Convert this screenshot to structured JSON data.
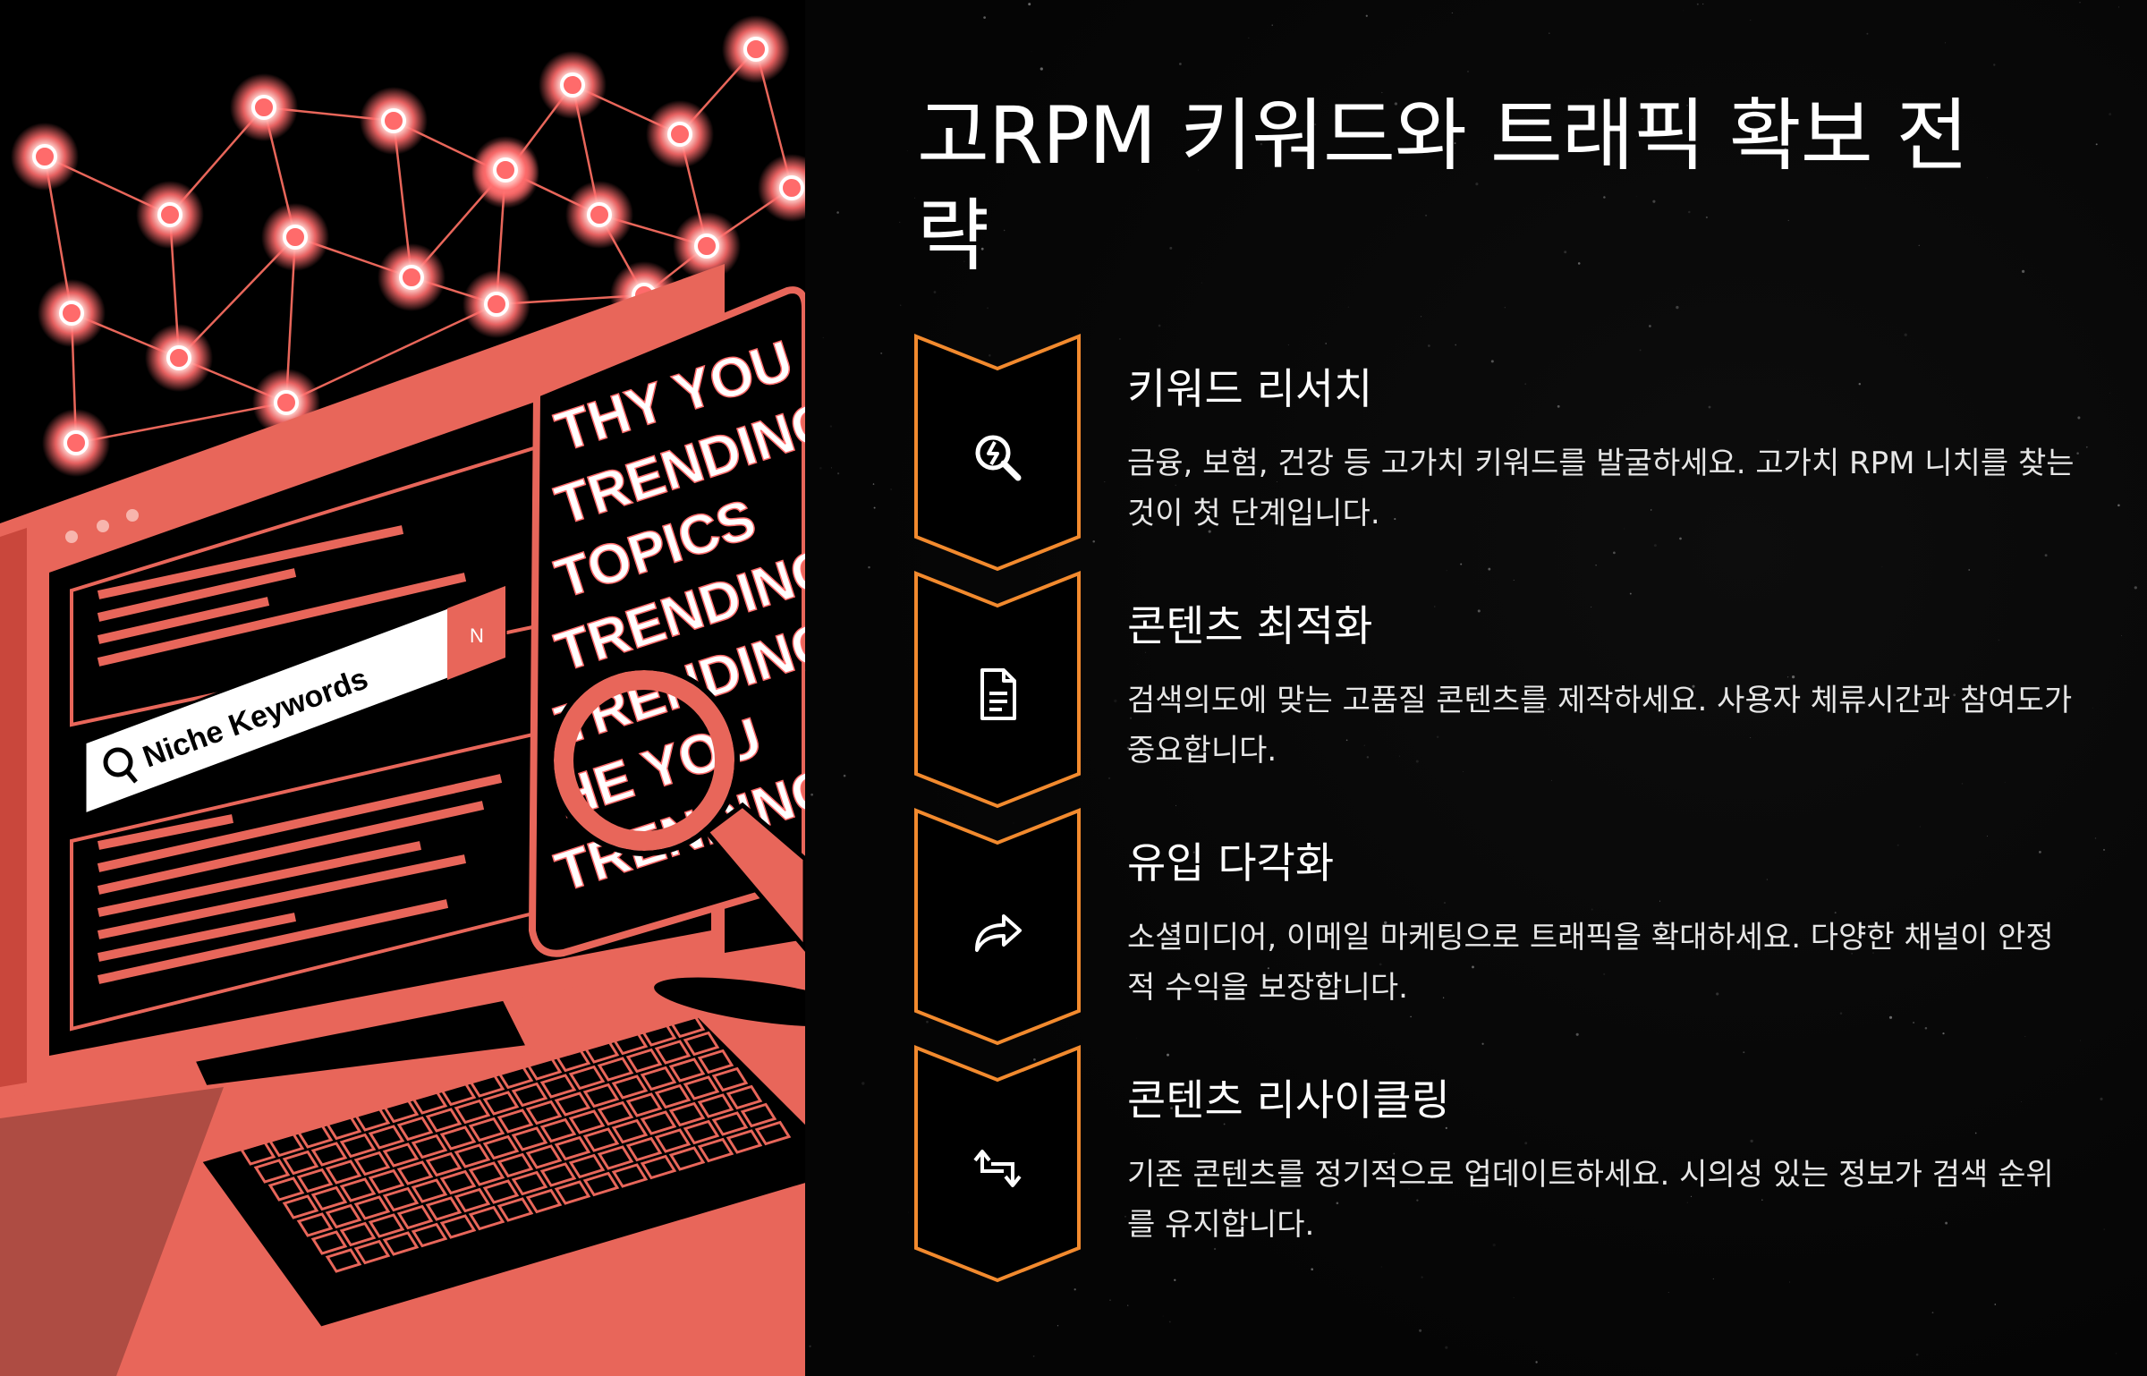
{
  "illustration": {
    "search_text": "Niche Keywords",
    "search_badge": "N",
    "panel_lines": [
      "THY YOU",
      "TRENDING",
      "TOPICS",
      "TRENDING",
      "TRENDING",
      "HE YOU",
      "TRENDING"
    ],
    "palette": {
      "coral": "#e8665a",
      "coral_dark": "#c9473c",
      "node_glow": "#ff6b6b",
      "black": "#000000"
    }
  },
  "title": "고RPM 키워드와 트래픽 확보 전략",
  "accent_color": "#f28a2e",
  "steps": [
    {
      "title": "키워드 리서치",
      "description": "금융, 보험, 건강 등 고가치 키워드를 발굴하세요. 고가치 RPM 니치를 찾는 것이 첫 단계입니다.",
      "icon": "search-spark-icon"
    },
    {
      "title": "콘텐츠 최적화",
      "description": "검색의도에 맞는 고품질 콘텐츠를 제작하세요. 사용자 체류시간과 참여도가 중요합니다.",
      "icon": "document-icon"
    },
    {
      "title": "유입 다각화",
      "description": "소셜미디어, 이메일 마케팅으로 트래픽을 확대하세요. 다양한 채널이 안정적 수익을 보장합니다.",
      "icon": "share-arrow-icon"
    },
    {
      "title": "콘텐츠 리사이클링",
      "description": "기존 콘텐츠를 정기적으로 업데이트하세요. 시의성 있는 정보가 검색 순위를 유지합니다.",
      "icon": "repeat-icon"
    }
  ]
}
